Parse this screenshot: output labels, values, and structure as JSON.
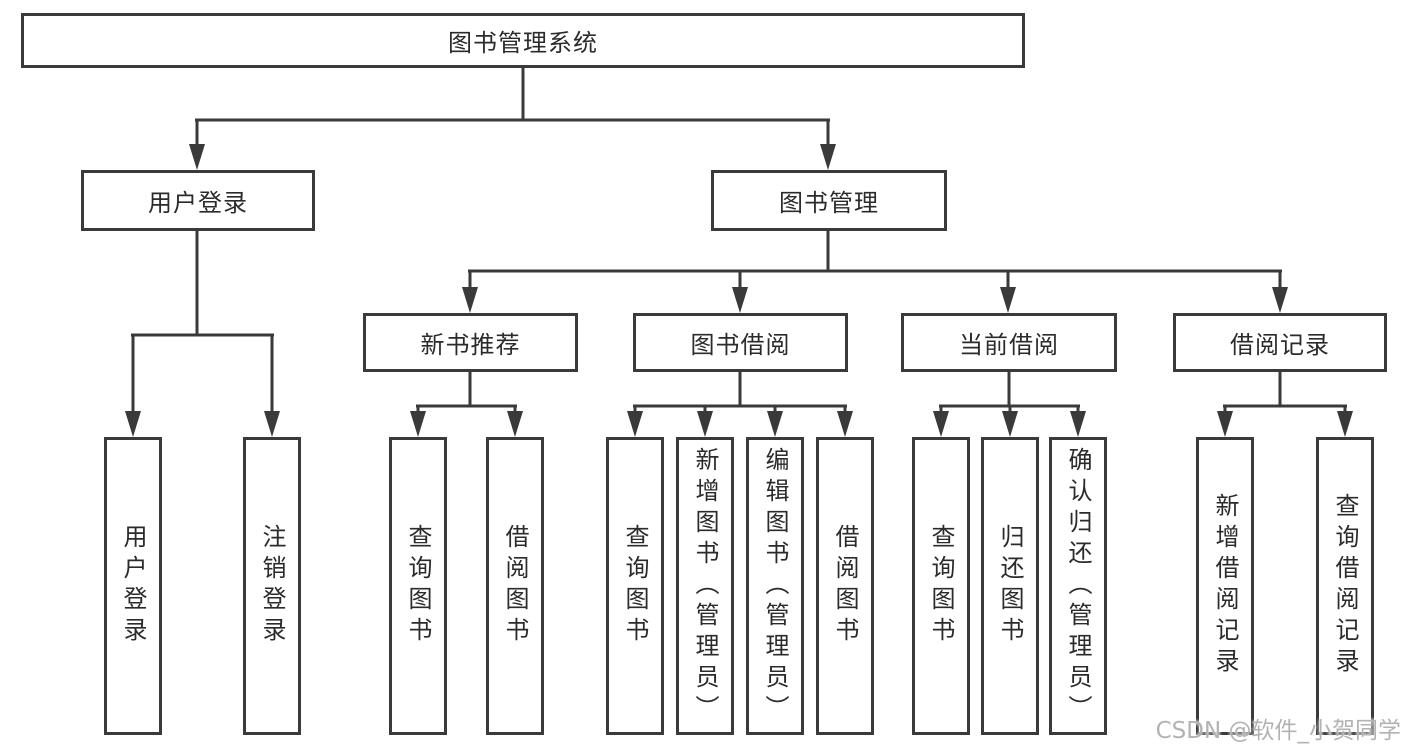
{
  "diagram": {
    "root": {
      "label": "图书管理系统"
    },
    "level2": [
      {
        "label": "用户登录"
      },
      {
        "label": "图书管理"
      }
    ],
    "level3": [
      {
        "label": "新书推荐"
      },
      {
        "label": "图书借阅"
      },
      {
        "label": "当前借阅"
      },
      {
        "label": "借阅记录"
      }
    ],
    "leaves": {
      "user_login": [
        {
          "label": "用户登录"
        },
        {
          "label": "注销登录"
        }
      ],
      "new_book": [
        {
          "label": "查询图书"
        },
        {
          "label": "借阅图书"
        }
      ],
      "book_borrow": [
        {
          "label": "查询图书"
        },
        {
          "label": "新增图书（管理员）"
        },
        {
          "label": "编辑图书（管理员）"
        },
        {
          "label": "借阅图书"
        }
      ],
      "current_borrow": [
        {
          "label": "查询图书"
        },
        {
          "label": "归还图书"
        },
        {
          "label": "确认归还（管理员）"
        }
      ],
      "borrow_record": [
        {
          "label": "新增借阅记录"
        },
        {
          "label": "查询借阅记录"
        }
      ]
    }
  },
  "watermark": {
    "text": "CSDN @软件_小贺同学"
  },
  "colors": {
    "line": "#3a3a3a",
    "text": "#2b2b2b",
    "background": "#ffffff",
    "watermark": "#b3b3b3"
  }
}
